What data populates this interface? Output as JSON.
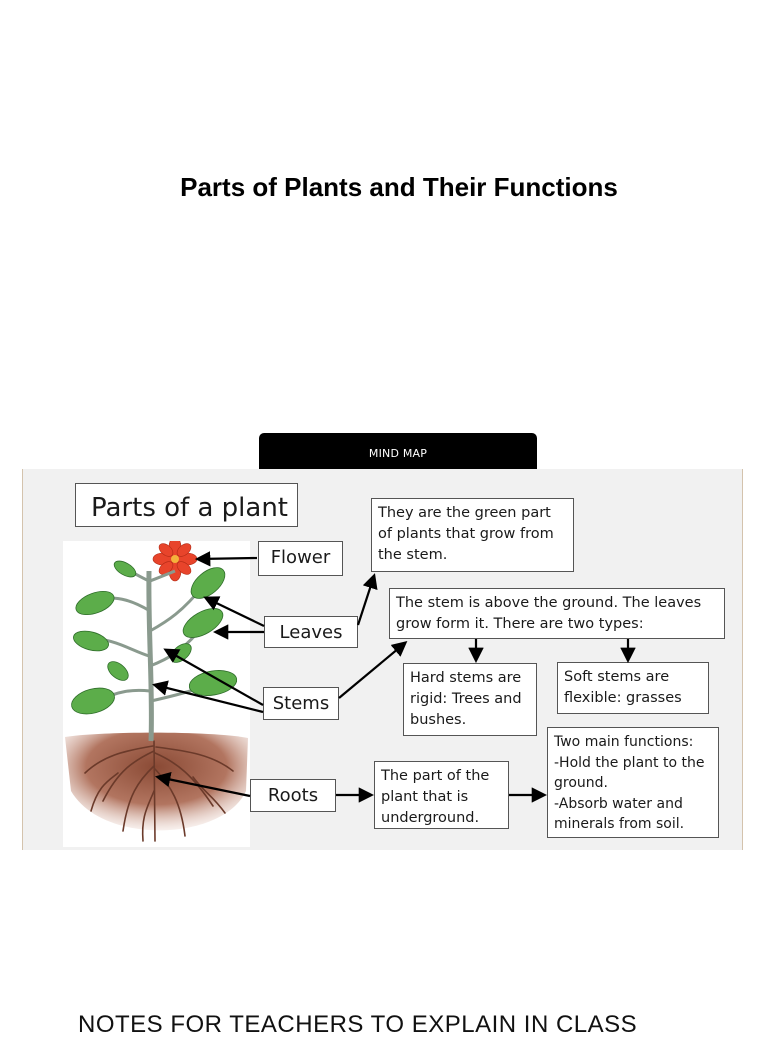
{
  "page": {
    "title": "Parts of Plants and Their Functions",
    "footer": "NOTES FOR TEACHERS TO EXPLAIN IN CLASS"
  },
  "banner": {
    "label": "MIND MAP"
  },
  "diagram": {
    "title": "Parts of a plant",
    "labels": {
      "flower": "Flower",
      "leaves": "Leaves",
      "stems": "Stems",
      "roots": "Roots"
    },
    "notes": {
      "leaves_desc": "They are the green part of plants that grow from the stem.",
      "stem_desc": "The stem is above the ground. The leaves grow form it. There are two types:",
      "hard_stems": "Hard stems are rigid: Trees and bushes.",
      "soft_stems": "Soft stems are flexible: grasses",
      "roots_desc": "The part of the plant that is underground.",
      "roots_functions": "Two main functions:\n-Hold the plant to the ground.\n-Absorb water and minerals from soil."
    }
  },
  "colors": {
    "banner_bg": "#000000",
    "panel_bg": "#f1f1f1",
    "leaf": "#5cad4a",
    "flower": "#e8442b",
    "soil": "#a4614c",
    "root": "#6b3a2a"
  },
  "icons": [
    "plant-illustration",
    "flower-icon",
    "leaf-icon",
    "root-icon",
    "arrow-icon"
  ]
}
